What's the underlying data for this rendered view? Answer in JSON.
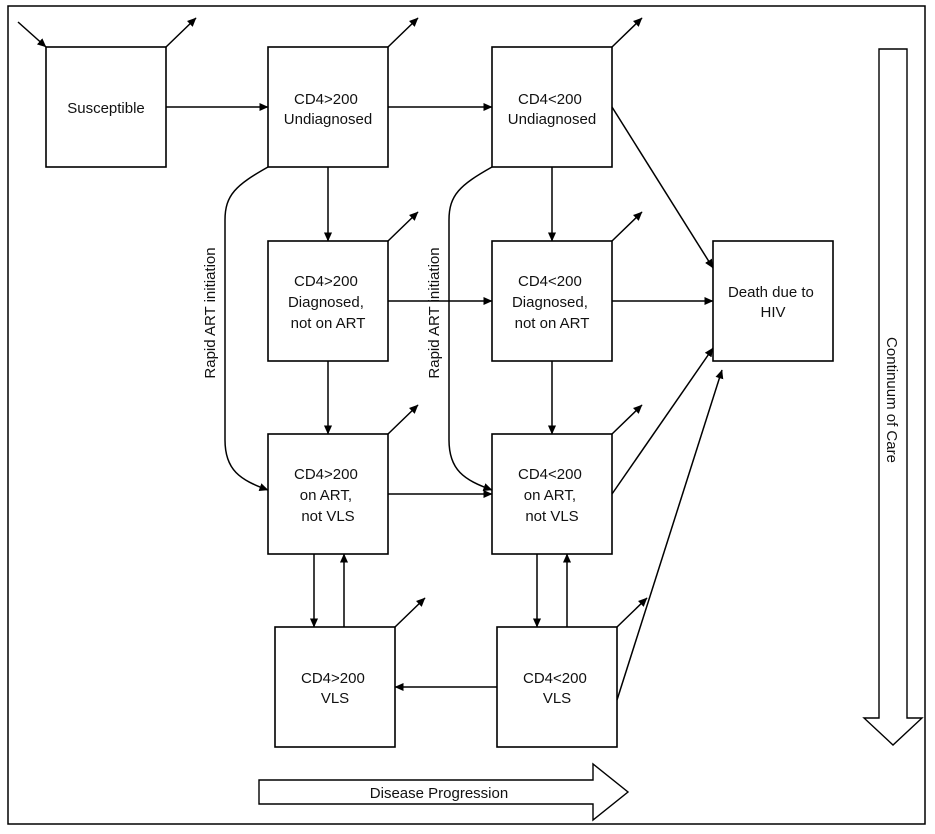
{
  "nodes": {
    "susceptible": [
      "Susceptible"
    ],
    "hi_undiag": [
      "CD4>200",
      "Undiagnosed"
    ],
    "lo_undiag": [
      "CD4<200",
      "Undiagnosed"
    ],
    "hi_diag": [
      "CD4>200",
      "Diagnosed,",
      "not on ART"
    ],
    "lo_diag": [
      "CD4<200",
      "Diagnosed,",
      "not on ART"
    ],
    "death": [
      "Death due to",
      "HIV"
    ],
    "hi_art": [
      "CD4>200",
      "on ART,",
      "not VLS"
    ],
    "lo_art": [
      "CD4<200",
      "on ART,",
      "not VLS"
    ],
    "hi_vls": [
      "CD4>200",
      "VLS"
    ],
    "lo_vls": [
      "CD4<200",
      "VLS"
    ]
  },
  "labels": {
    "rapid_art_1": "Rapid ART initiation",
    "rapid_art_2": "Rapid ART initiation",
    "continuum": "Continuum of Care",
    "progression": "Disease Progression"
  },
  "colors": {
    "stroke": "#000000",
    "fill": "#ffffff",
    "text": "#111111"
  }
}
